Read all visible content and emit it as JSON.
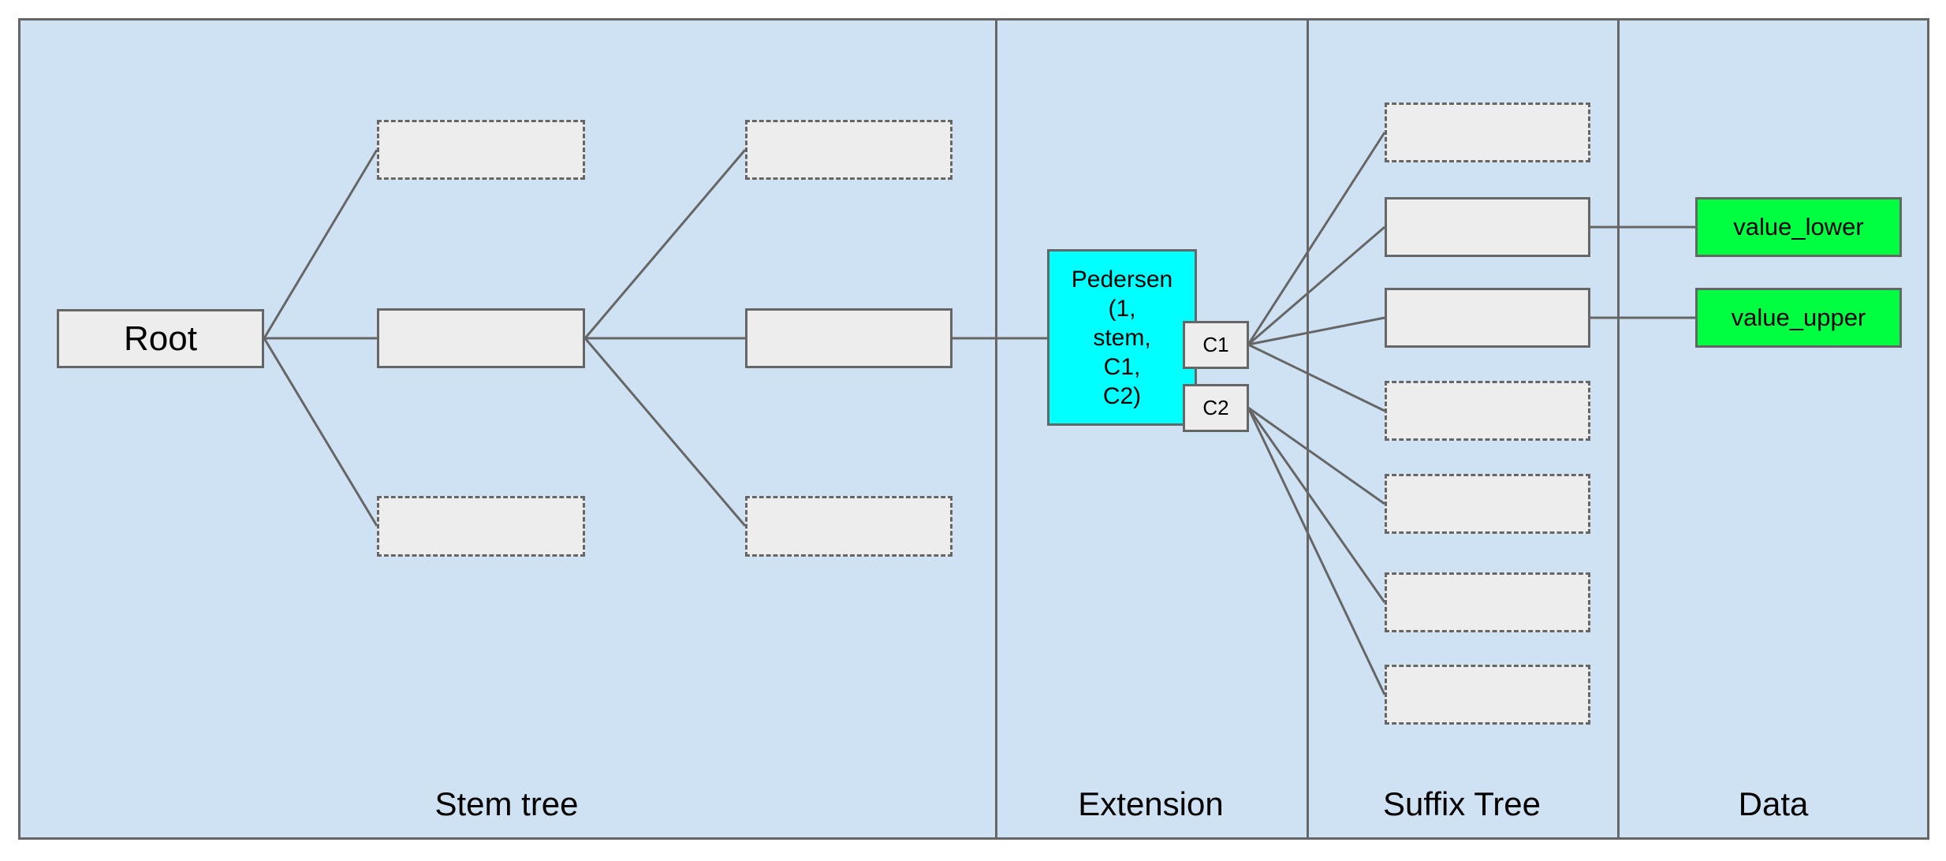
{
  "lanes": [
    {
      "label": "Stem tree"
    },
    {
      "label": "Extension"
    },
    {
      "label": "Suffix Tree"
    },
    {
      "label": "Data"
    }
  ],
  "nodes": {
    "root": {
      "label": "Root"
    },
    "pedersen": {
      "label": "Pedersen (1, stem, C1, C2)",
      "lines": [
        "Pedersen",
        "(1,",
        "stem,",
        "C1,",
        "C2)"
      ]
    },
    "c1": {
      "label": "C1"
    },
    "c2": {
      "label": "C2"
    },
    "value_lower": {
      "label": "value_lower"
    },
    "value_upper": {
      "label": "value_upper"
    }
  },
  "colors": {
    "page_background": "#ffffff",
    "frame_fill": "#cfe2f3",
    "stroke": "#666666",
    "placeholder_fill": "#ededed",
    "extension_fill": "#00ffff",
    "data_fill": "#00ff41",
    "text": "#000000"
  }
}
